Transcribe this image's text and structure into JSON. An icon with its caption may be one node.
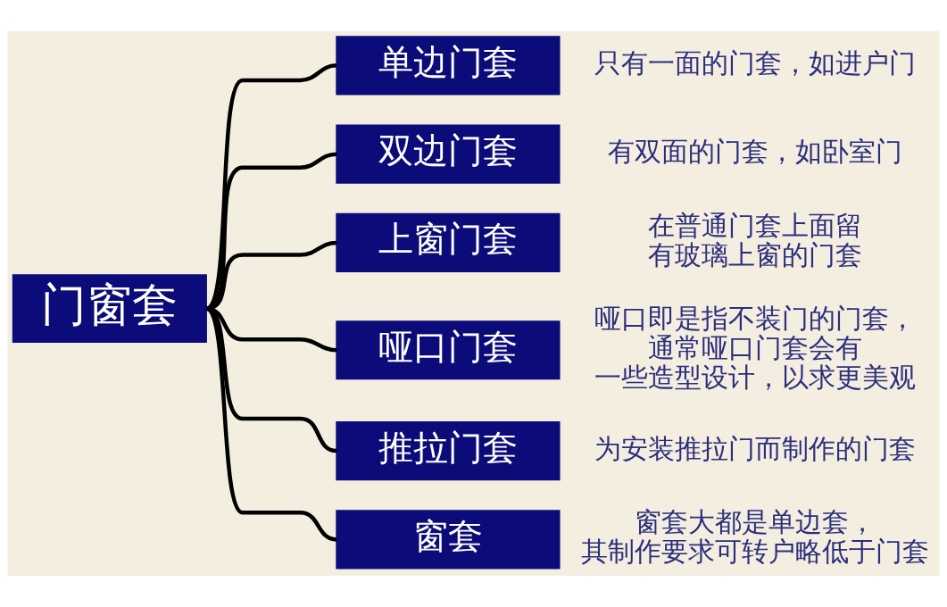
{
  "diagram": {
    "nodes": [
      {
        "text": [
          "门窗套"
        ]
      },
      {
        "text": [
          "单边门套"
        ],
        "beside": [
          "只有一面的门套，如进户门"
        ]
      },
      {
        "text": [
          "双边门套"
        ],
        "beside": [
          "有双面的门套，如卧室门"
        ]
      },
      {
        "text": [
          "上窗门套"
        ],
        "beside": [
          "在普通门套上面留有玻璃上窗的门套"
        ]
      },
      {
        "text": [
          "哑口门套"
        ],
        "beside": [
          "哑口即是指不装门的门套，通常哑口门套会有一些造型设计，以求更美观"
        ]
      },
      {
        "text": [
          "推拉门套"
        ],
        "beside": [
          "为安装推拉门而制作的门套"
        ]
      },
      {
        "text": [
          "窗套"
        ],
        "beside": [
          "窗套大都是单边套，其制作要求可转户略低于门套"
        ]
      }
    ],
    "edges": [
      {
        "from": 0,
        "to": 1,
        "arrow": "none"
      },
      {
        "from": 0,
        "to": 2,
        "arrow": "none"
      },
      {
        "from": 0,
        "to": 3,
        "arrow": "none"
      },
      {
        "from": 0,
        "to": 4,
        "arrow": "none"
      },
      {
        "from": 0,
        "to": 5,
        "arrow": "none"
      },
      {
        "from": 0,
        "to": 6,
        "arrow": "none"
      }
    ]
  }
}
